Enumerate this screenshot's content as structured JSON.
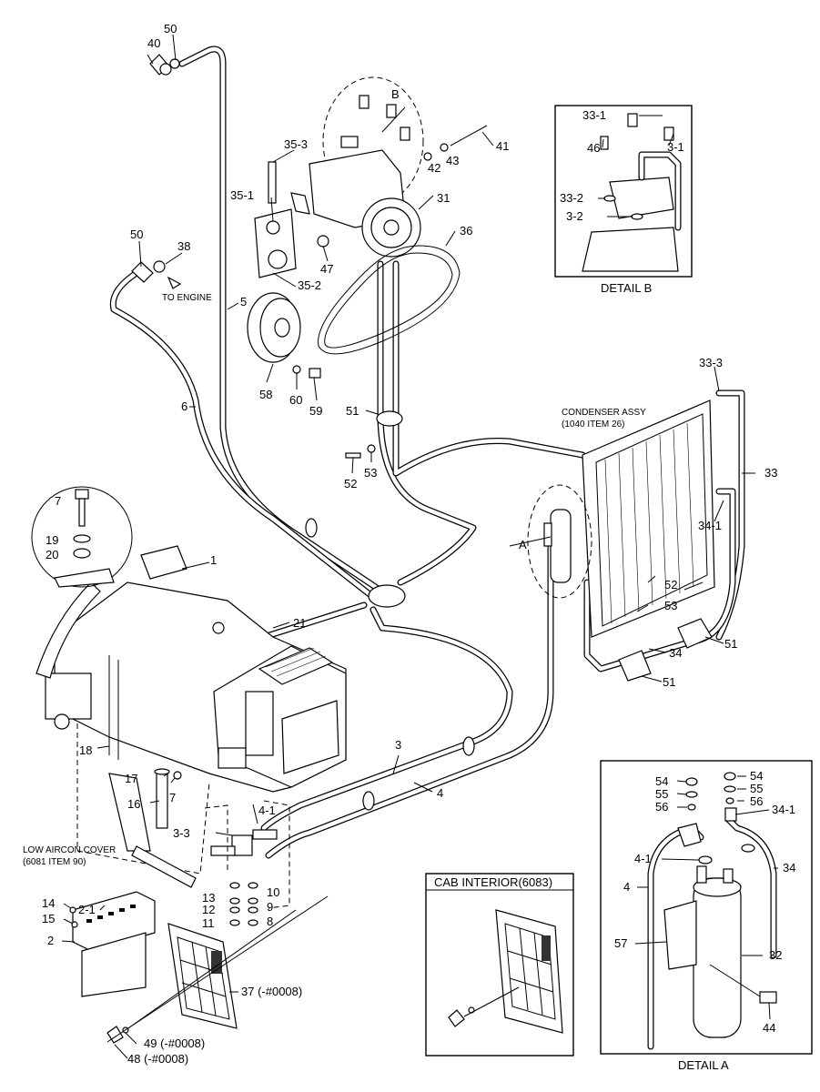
{
  "callouts": {
    "c1": "1",
    "c2": "2",
    "c2_1": "2-1",
    "c3": "3",
    "c3_1": "3-1",
    "c3_2": "3-2",
    "c3_3": "3-3",
    "c4": "4",
    "c4_1": "4-1",
    "c5": "5",
    "c6": "6",
    "c7": "7",
    "c8": "8",
    "c9": "9",
    "c10": "10",
    "c11": "11",
    "c12": "12",
    "c13": "13",
    "c14": "14",
    "c15": "15",
    "c16": "16",
    "c17": "17",
    "c18": "18",
    "c19": "19",
    "c20": "20",
    "c21": "21",
    "c31": "31",
    "c32": "32",
    "c33": "33",
    "c33_1": "33-1",
    "c33_2": "33-2",
    "c33_3": "33-3",
    "c34": "34",
    "c34_1": "34-1",
    "c35_1": "35-1",
    "c35_2": "35-2",
    "c35_3": "35-3",
    "c36": "36",
    "c37": "37 (-#0008)",
    "c38": "38",
    "c40": "40",
    "c41": "41",
    "c42": "42",
    "c43": "43",
    "c44": "44",
    "c46": "46",
    "c47": "47",
    "c48": "48 (-#0008)",
    "c49": "49 (-#0008)",
    "c50": "50",
    "c51": "51",
    "c52": "52",
    "c53": "53",
    "c54": "54",
    "c55": "55",
    "c56": "56",
    "c57": "57",
    "c58": "58",
    "c59": "59",
    "c60": "60",
    "cA": "A",
    "cB": "B"
  },
  "labels": {
    "to_engine": "TO ENGINE",
    "condenser_line1": "CONDENSER ASSY",
    "condenser_line2": "(1040 ITEM 26)",
    "low_aircon_line1": "LOW AIRCON COVER",
    "low_aircon_line2": "(6081 ITEM 90)",
    "detail_a": "DETAIL A",
    "detail_b": "DETAIL B",
    "cab_interior": "CAB INTERIOR(6083)"
  }
}
